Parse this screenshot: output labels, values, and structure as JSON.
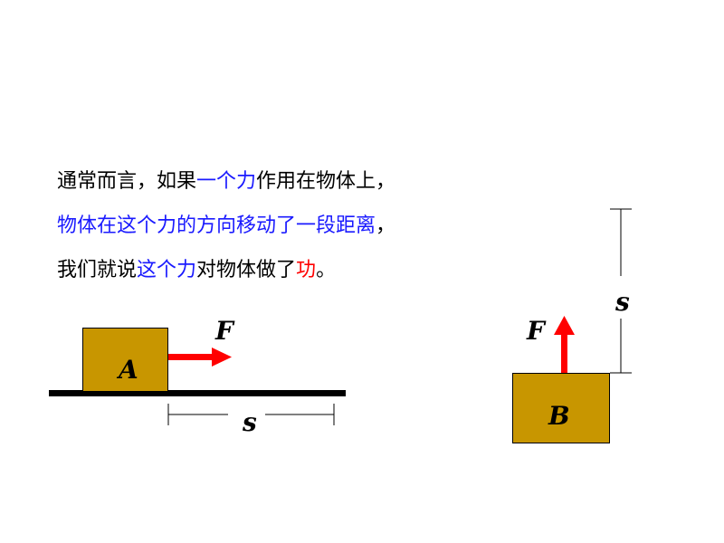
{
  "text": {
    "line1": [
      {
        "t": "通常而言，如果",
        "c": "black"
      },
      {
        "t": "一个力",
        "c": "blue"
      },
      {
        "t": "作用在物体上，",
        "c": "black"
      }
    ],
    "line2": [
      {
        "t": "物体在这个力的方向移动了一段距离",
        "c": "blue"
      },
      {
        "t": "，",
        "c": "black"
      }
    ],
    "line3": [
      {
        "t": "我们就说",
        "c": "black"
      },
      {
        "t": "这个力",
        "c": "blue"
      },
      {
        "t": "对物体做了",
        "c": "black"
      },
      {
        "t": "功",
        "c": "red"
      },
      {
        "t": "。",
        "c": "black"
      }
    ]
  },
  "diagram": {
    "block_a_label": "A",
    "block_b_label": "B",
    "force_label_a": "F",
    "force_label_b": "F",
    "distance_label_a": "s",
    "distance_label_b": "s"
  },
  "colors": {
    "block_fill": "#c89600",
    "arrow": "#ff0000",
    "highlight_blue": "#1a1aff",
    "highlight_red": "#ff0000"
  }
}
